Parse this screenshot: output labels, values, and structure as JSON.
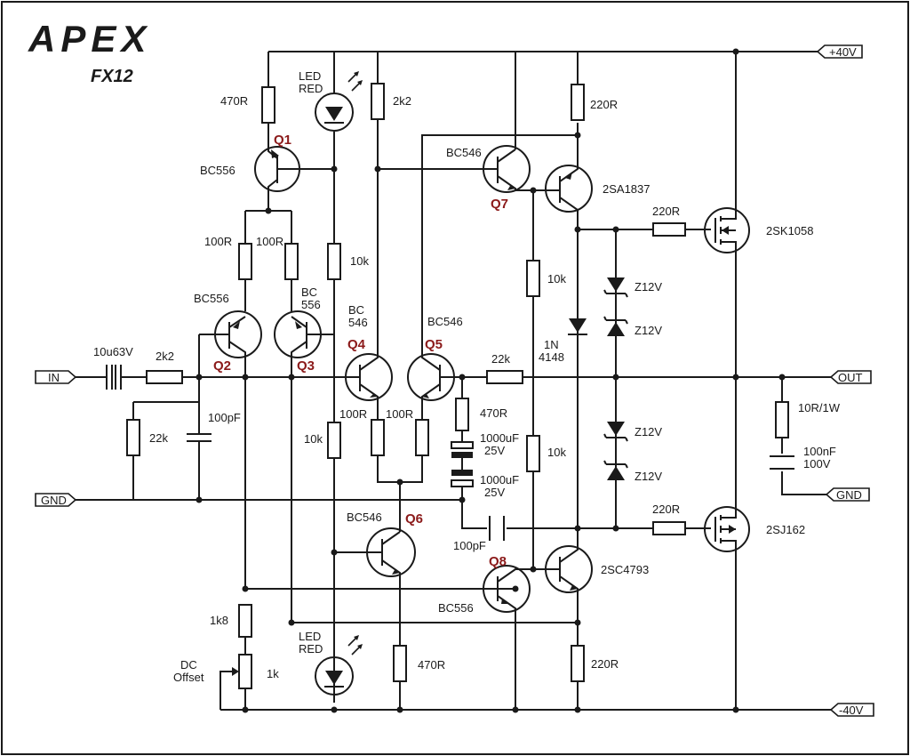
{
  "brand": "APEX",
  "model": "FX12",
  "ports": {
    "vpos": "+40V",
    "vneg": "-40V",
    "in": "IN",
    "out": "OUT",
    "gnd_left": "GND",
    "gnd_right": "GND"
  },
  "transistors": {
    "q1": {
      "tag": "Q1",
      "part": "BC556"
    },
    "q2": {
      "tag": "Q2",
      "part": "BC556"
    },
    "q3": {
      "tag": "Q3",
      "part_l1": "BC",
      "part_l2": "556"
    },
    "q4": {
      "tag": "Q4",
      "part_l1": "BC",
      "part_l2": "546"
    },
    "q5": {
      "tag": "Q5",
      "part": "BC546"
    },
    "q6": {
      "tag": "Q6",
      "part": "BC546"
    },
    "q7": {
      "tag": "Q7",
      "part": "BC546"
    },
    "q8": {
      "tag": "Q8",
      "part": "BC556"
    },
    "qp": {
      "part": "2SA1837"
    },
    "qn": {
      "part": "2SC4793"
    },
    "mp": {
      "part": "2SK1058"
    },
    "mn": {
      "part": "2SJ162"
    }
  },
  "resistors": {
    "r470a": "470R",
    "r2k2a": "2k2",
    "r220a": "220R",
    "r100a": "100R",
    "r100b": "100R",
    "r10ka": "10k",
    "r10kb": "10k",
    "r2k2in": "2k2",
    "r22kin": "22k",
    "r22kfb": "22k",
    "r470fb": "470R",
    "r100c": "100R",
    "r100d": "100R",
    "r10kc": "10k",
    "r10kd": "10k",
    "r220g1": "220R",
    "r220g2": "220R",
    "r10r": "10R/1W",
    "r1k8": "1k8",
    "r1k": "1k",
    "r470b": "470R",
    "r220b": "220R"
  },
  "caps": {
    "cin": "10u63V",
    "c100pf": "100pF",
    "c1000a_l1": "1000uF",
    "c1000a_l2": "25V",
    "c1000b_l1": "1000uF",
    "c1000b_l2": "25V",
    "c100pf2": "100pF",
    "czob_l1": "100nF",
    "czob_l2": "100V"
  },
  "diodes": {
    "led1_l1": "LED",
    "led1_l2": "RED",
    "led2_l1": "LED",
    "led2_l2": "RED",
    "d1n_l1": "1N",
    "d1n_l2": "4148",
    "z1": "Z12V",
    "z2": "Z12V",
    "z3": "Z12V",
    "z4": "Z12V"
  },
  "offset": {
    "l1": "DC",
    "l2": "Offset"
  }
}
